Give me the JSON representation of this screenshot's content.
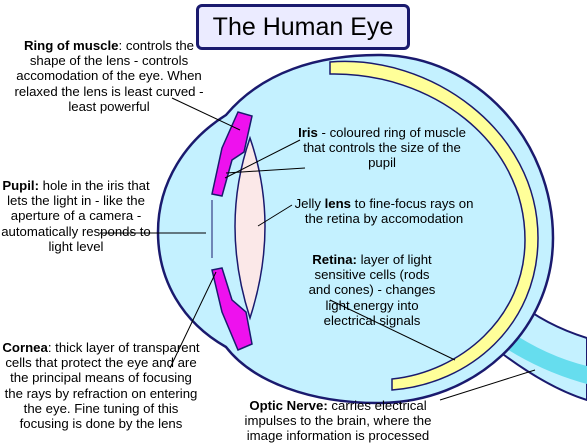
{
  "title": "The Human Eye",
  "labels": {
    "ring": {
      "term": "Ring of muscle",
      "desc_l1": ":",
      "desc_rest": "controls the shape of the lens - controls accomodation of the eye. When relaxed the lens is least curved - least powerful"
    },
    "iris": {
      "term": "Iris",
      "desc": " - coloured ring of muscle that controls the size of the pupil"
    },
    "lens": {
      "pre": "Jelly ",
      "term": "lens",
      "desc": " to fine-focus rays on the retina by accomodation"
    },
    "pupil": {
      "term": "Pupil:",
      "desc": " hole in the iris that lets the light in - like the aperture of a camera - automatically responds to light level"
    },
    "retina": {
      "term": "Retina:",
      "desc": " layer of light sensitive cells (rods and cones) - changes light energy into electrical signals"
    },
    "cornea": {
      "term": "Cornea",
      "desc": ": thick layer of transparent cells that protect the eye and are the principal means of focusing the rays by refraction on entering the eye. Fine tuning of this focusing is done by the lens"
    },
    "optic": {
      "term": "Optic Nerve:",
      "desc": " carries electrical impulses to the brain, where the image information is processed"
    }
  },
  "colors": {
    "eyeball": "#c4f1ff",
    "outline": "#1a1a6e",
    "retina": "#ffff99",
    "muscle": "#ee11ee",
    "lens": "#fbe8e8",
    "nerve": "#66ddee"
  }
}
